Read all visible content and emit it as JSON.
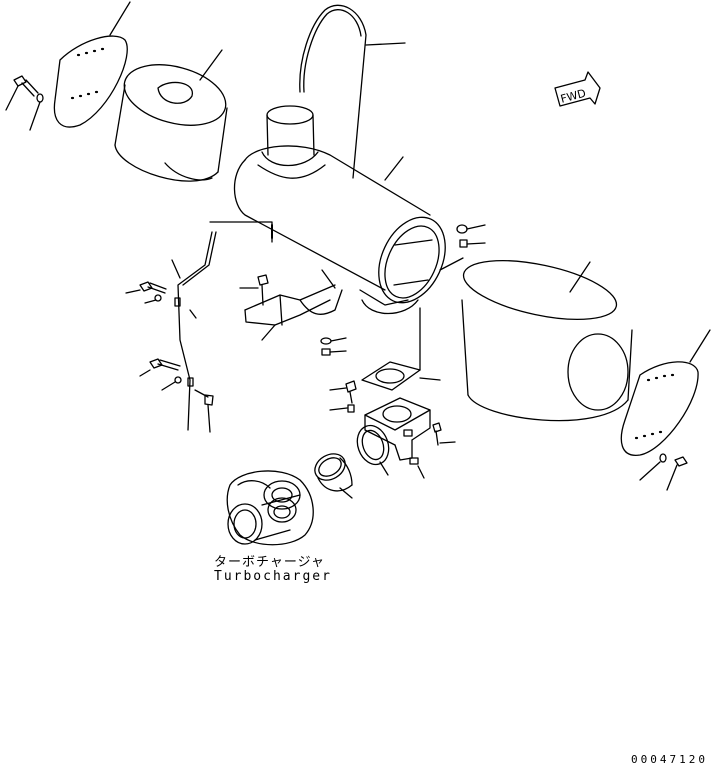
{
  "labels": {
    "fwd": "FWD",
    "turbocharger_jp": "ターボチャージャ",
    "turbocharger_en": "Turbocharger",
    "drawing_code": "00047120"
  },
  "colors": {
    "line": "#000000",
    "background": "#ffffff"
  },
  "icons": {
    "fwd_arrow": "fwd-arrow-icon"
  }
}
